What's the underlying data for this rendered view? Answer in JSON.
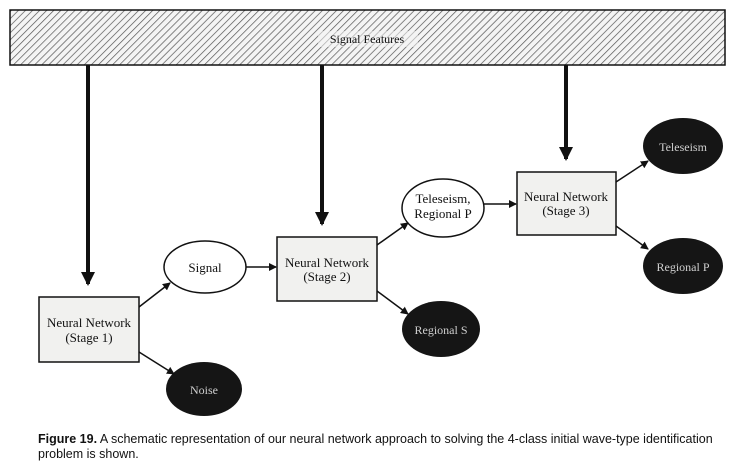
{
  "banner": {
    "label": "Signal Features"
  },
  "stages": [
    {
      "line1": "Neural Network",
      "line2": "(Stage 1)"
    },
    {
      "line1": "Neural Network",
      "line2": "(Stage 2)"
    },
    {
      "line1": "Neural Network",
      "line2": "(Stage 3)"
    }
  ],
  "nodes": {
    "signal": "Signal",
    "noise": "Noise",
    "teleseism_regional_p_line1": "Teleseism,",
    "teleseism_regional_p_line2": "Regional P",
    "regional_s": "Regional S",
    "teleseism": "Teleseism",
    "regional_p": "Regional P"
  },
  "caption": {
    "figure_label": "Figure 19.",
    "text": " A schematic representation of our neural network approach to solving the 4-class initial wave-type identification problem is shown."
  },
  "colors": {
    "dark_node": "#151515",
    "box_fill": "#f1f1ef",
    "line": "#111111"
  }
}
